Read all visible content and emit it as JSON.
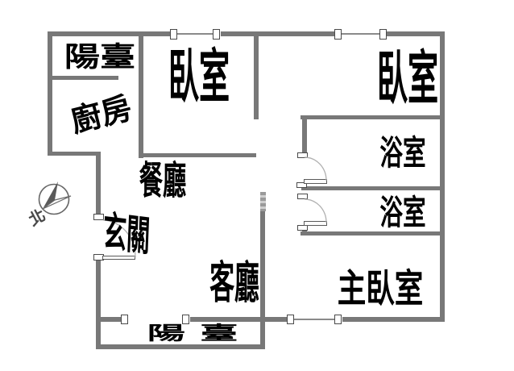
{
  "floorplan": {
    "rooms": {
      "balcony_top": {
        "label": "陽臺"
      },
      "kitchen": {
        "label": "廚房"
      },
      "bedroom1": {
        "label": "臥室"
      },
      "bedroom2": {
        "label": "臥室"
      },
      "bathroom1": {
        "label": "浴室"
      },
      "bathroom2": {
        "label": "浴室"
      },
      "dining": {
        "label": "餐廳"
      },
      "entry": {
        "label": "玄關"
      },
      "living": {
        "label": "客廳"
      },
      "master_bedroom": {
        "label": "主臥室"
      },
      "balcony_bottom": {
        "label": "陽臺"
      }
    },
    "compass": {
      "north_label": "北"
    },
    "colors": {
      "wall": "#787878",
      "text": "#000000",
      "door_arc": "#b0b0b0",
      "bg": "#ffffff"
    }
  }
}
